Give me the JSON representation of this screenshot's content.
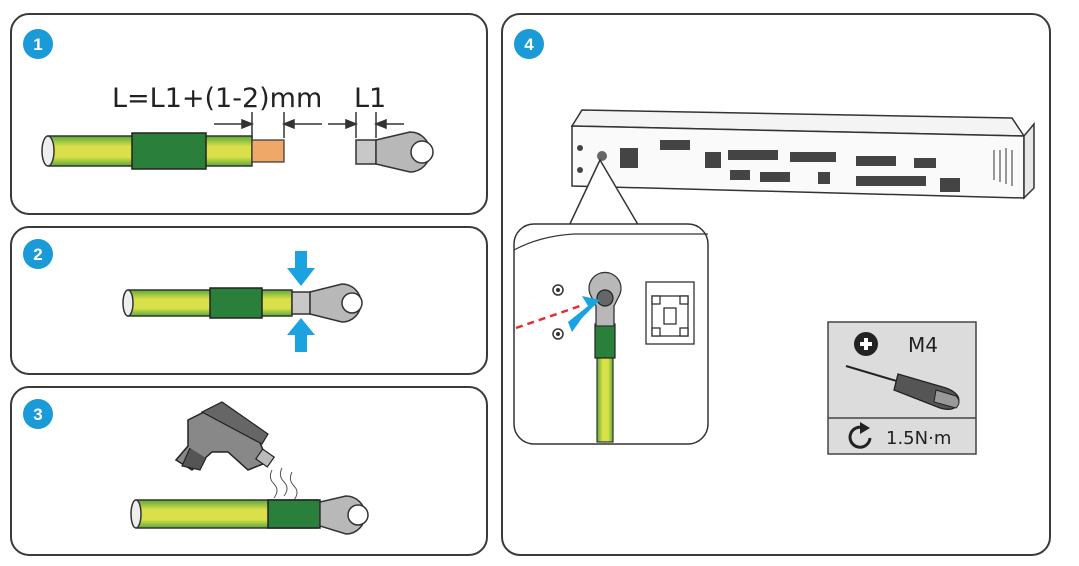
{
  "steps": [
    {
      "number": "1",
      "formula": "L=L1+(1-2)mm",
      "l1_label": "L1"
    },
    {
      "number": "2"
    },
    {
      "number": "3"
    },
    {
      "number": "4"
    }
  ],
  "tool": {
    "size_label": "M4",
    "torque_label": "1.5N·m"
  },
  "colors": {
    "panel_border": "#3a3a3a",
    "badge": "#1a9ad6",
    "arrow": "#1aa3e0",
    "wire_green": "#3f9b3f",
    "wire_yellow": "#d9e04a",
    "sleeve": "#2a7f3a",
    "copper": "#f0a868",
    "lug_gray": "#b8b8b8",
    "tool_box": "#dcdcdc",
    "dashed_red": "#e03030"
  },
  "icons": [
    "plus-circle-icon",
    "rotate-clockwise-icon",
    "screwdriver-icon",
    "heat-gun-icon",
    "press-arrow-icon"
  ]
}
